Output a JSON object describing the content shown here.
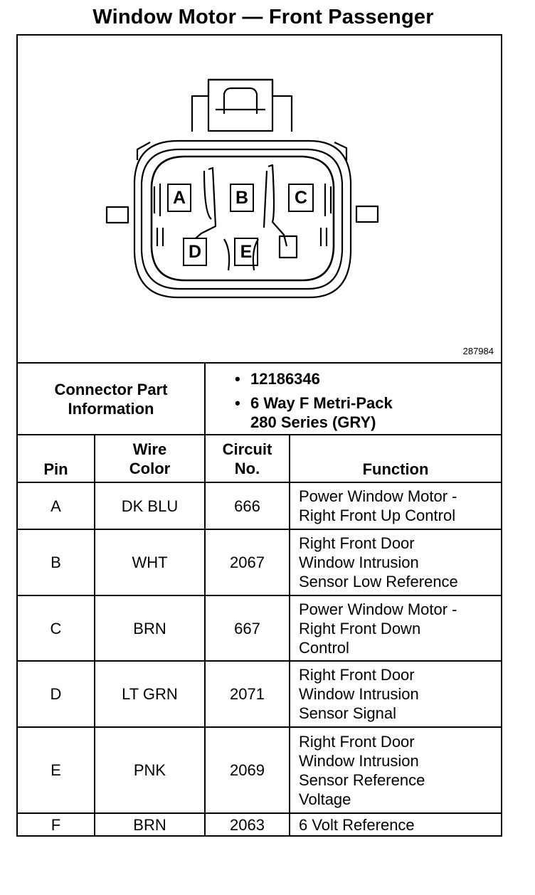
{
  "title": "Window Motor — Front Passenger",
  "figure_number": "287984",
  "connector_pins": [
    "A",
    "B",
    "C",
    "D",
    "E"
  ],
  "connector_info": {
    "label_line1": "Connector Part",
    "label_line2": "Information",
    "bullets": [
      {
        "dot": "•",
        "lines": [
          "12186346"
        ]
      },
      {
        "dot": "•",
        "lines": [
          "6 Way F Metri-Pack",
          "280 Series (GRY)"
        ]
      }
    ]
  },
  "table": {
    "headers": {
      "pin": [
        "Pin"
      ],
      "wire_color": [
        "Wire",
        "Color"
      ],
      "circuit": [
        "Circuit",
        "No."
      ],
      "function": [
        "Function"
      ]
    },
    "rows": [
      {
        "pin": "A",
        "wire": "DK BLU",
        "circuit": "666",
        "function": [
          "Power Window Motor -",
          "Right Front Up Control"
        ]
      },
      {
        "pin": "B",
        "wire": "WHT",
        "circuit": "2067",
        "function": [
          "Right Front Door",
          "Window Intrusion",
          "Sensor Low Reference"
        ]
      },
      {
        "pin": "C",
        "wire": "BRN",
        "circuit": "667",
        "function": [
          "Power Window Motor -",
          "Right Front Down",
          "Control"
        ]
      },
      {
        "pin": "D",
        "wire": "LT GRN",
        "circuit": "2071",
        "function": [
          "Right Front Door",
          "Window Intrusion",
          "Sensor Signal"
        ]
      },
      {
        "pin": "E",
        "wire": "PNK",
        "circuit": "2069",
        "function": [
          "Right Front Door",
          "Window Intrusion",
          "Sensor Reference",
          "Voltage"
        ]
      },
      {
        "pin": "F",
        "wire": "BRN",
        "circuit": "2063",
        "function": [
          "6 Volt Reference"
        ]
      }
    ]
  }
}
